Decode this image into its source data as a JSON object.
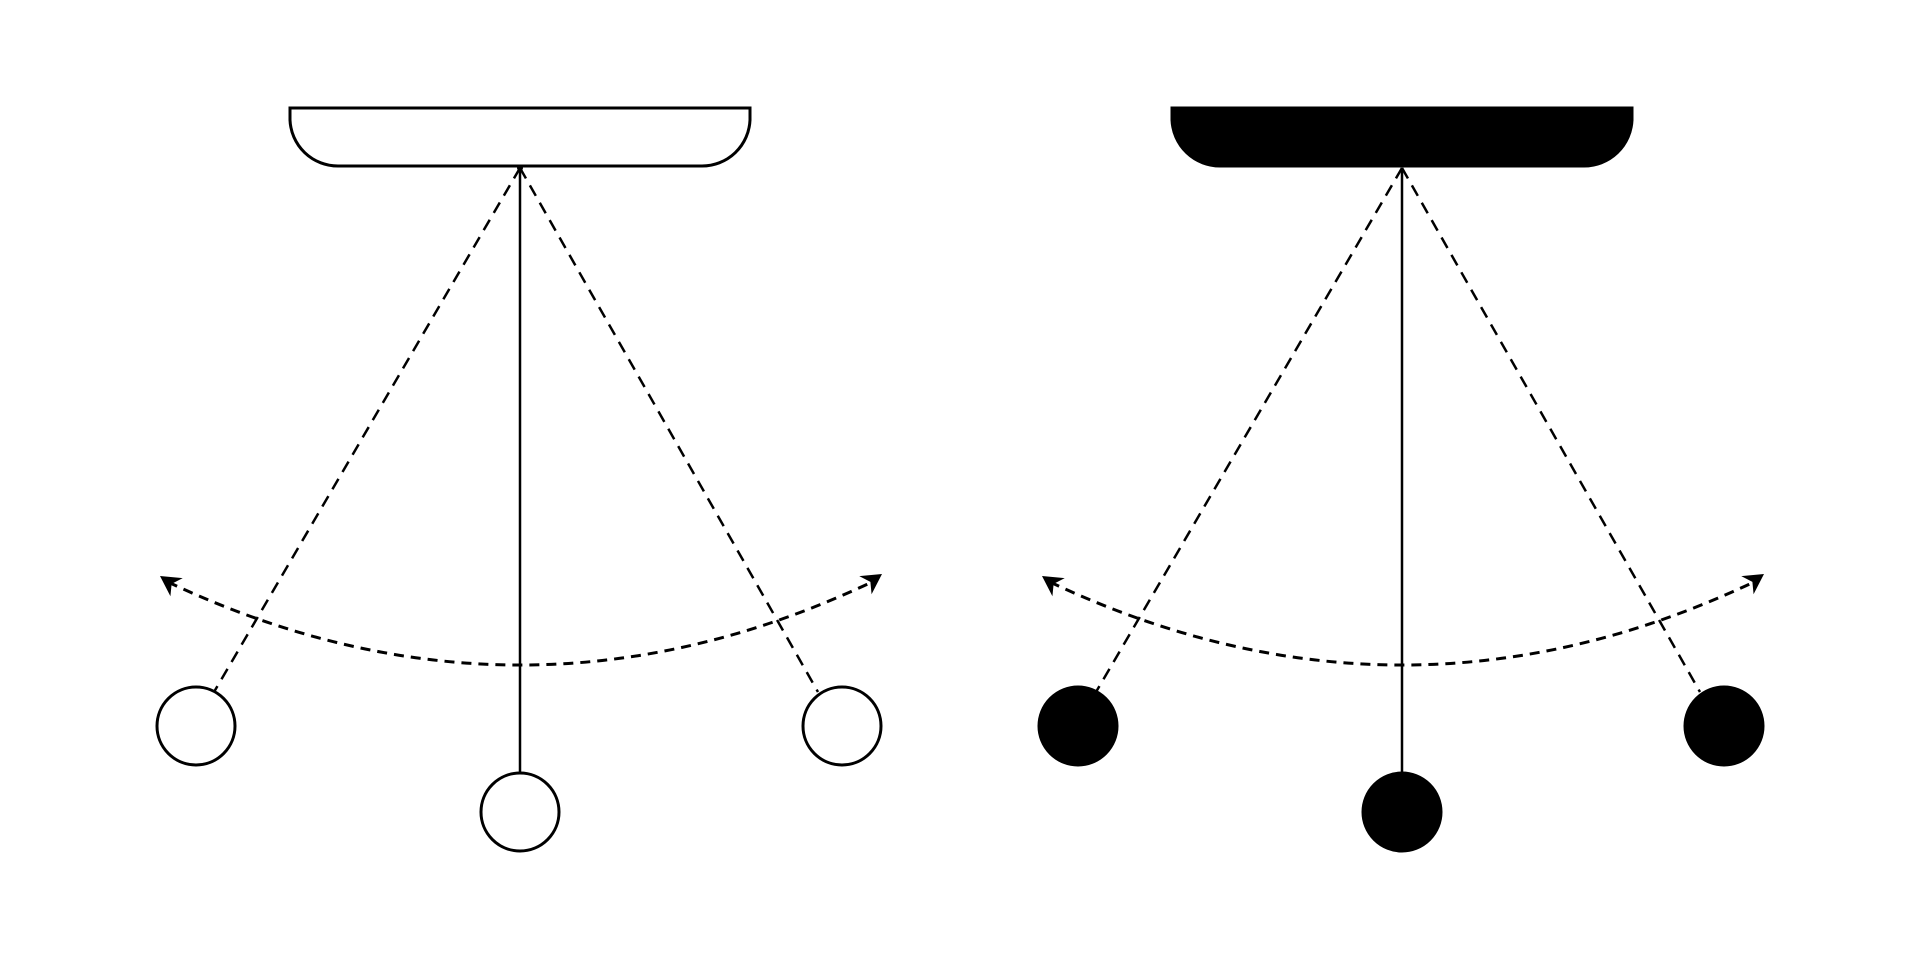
{
  "colors": {
    "background": "#ffffff",
    "stroke": "#000000",
    "solid_fill": "#000000",
    "outline_fill": "#ffffff"
  },
  "icons": [
    {
      "name": "pendulum-outline-icon",
      "style": "outline",
      "bob_count": 3
    },
    {
      "name": "pendulum-solid-icon",
      "style": "solid",
      "bob_count": 3
    }
  ]
}
